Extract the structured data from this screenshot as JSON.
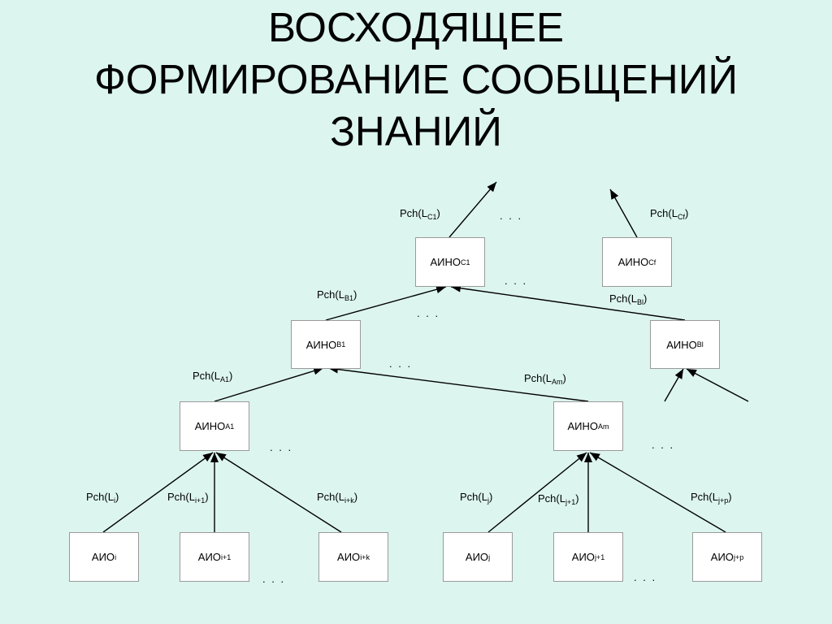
{
  "title": {
    "line1": "ВОСХОДЯЩЕЕ",
    "line2": "ФОРМИРОВАНИЕ СООБЩЕНИЙ",
    "line3": "ЗНАНИЙ"
  },
  "nodes": {
    "c1": {
      "base": "АИНО",
      "sub": "C1"
    },
    "cf": {
      "base": "АИНО",
      "sub": "Cf"
    },
    "b1": {
      "base": "АИНО",
      "sub": "B1"
    },
    "bl": {
      "base": "АИНО",
      "sub": "Bl"
    },
    "a1": {
      "base": "АИНО",
      "sub": "A1"
    },
    "am": {
      "base": "АИНО",
      "sub": "Am"
    },
    "aio_i": {
      "base": "АИО",
      "sub": "i"
    },
    "aio_i1": {
      "base": "АИО",
      "sub": "i+1"
    },
    "aio_ik": {
      "base": "АИО",
      "sub": "i+k"
    },
    "aio_j": {
      "base": "АИО",
      "sub": "j"
    },
    "aio_j1": {
      "base": "АИО",
      "sub": "j+1"
    },
    "aio_jp": {
      "base": "АИО",
      "sub": "j+p"
    }
  },
  "labels": {
    "lc1": {
      "pre": "Pch(L",
      "sub": "C1",
      "post": ")"
    },
    "lcf": {
      "pre": "Pch(L",
      "sub": "Cf",
      "post": ")"
    },
    "lb1": {
      "pre": "Pch(L",
      "sub": "B1",
      "post": ")"
    },
    "lbl": {
      "pre": "Pch(L",
      "sub": "Bl",
      "post": ")"
    },
    "la1": {
      "pre": "Pch(L",
      "sub": "A1",
      "post": ")"
    },
    "lam": {
      "pre": "Pch(L",
      "sub": "Am",
      "post": ")"
    },
    "li": {
      "pre": "Pch(L",
      "sub": "i",
      "post": ")"
    },
    "li1": {
      "pre": "Pch(L",
      "sub": "i+1",
      "post": ")"
    },
    "lik": {
      "pre": "Pch(L",
      "sub": "i+k",
      "post": ")"
    },
    "lj": {
      "pre": "Pch(L",
      "sub": "j",
      "post": ")"
    },
    "lj1": {
      "pre": "Pch(L",
      "sub": "j+1",
      "post": ")"
    },
    "ljp": {
      "pre": "Pch(L",
      "sub": "j+p",
      "post": ")"
    }
  },
  "ellipsis": ". . ."
}
